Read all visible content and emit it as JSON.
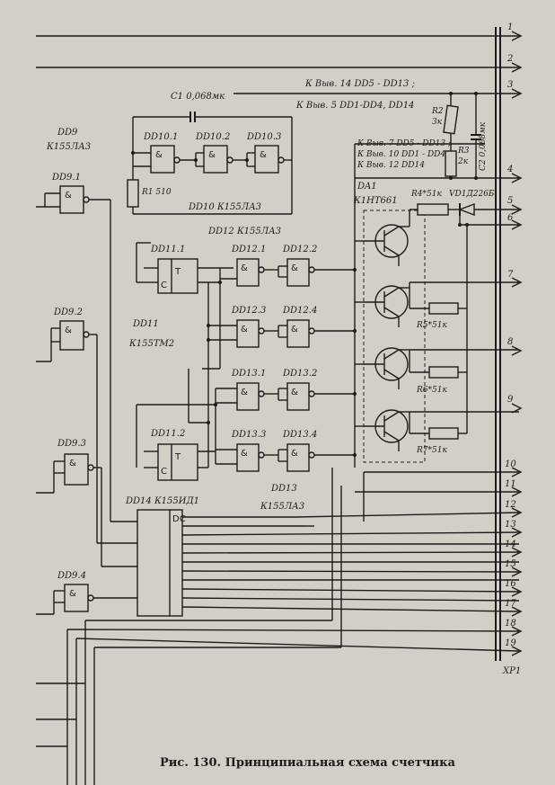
{
  "caption": "Рис. 130. Принципиальная схема счетчика",
  "connector": {
    "name": "XP1",
    "pins": [
      "1",
      "2",
      "3",
      "4",
      "5",
      "6",
      "7",
      "8",
      "9",
      "10",
      "11",
      "12",
      "13",
      "14",
      "15",
      "16",
      "17",
      "18",
      "19"
    ]
  },
  "notes": {
    "pin14": "К Выв. 14 DD5 - DD13 ;",
    "pin5": "К Выв. 5 DD1-DD4, DD14",
    "pin7": "К Выв. 7 DD5 - DD13 ;",
    "pin10": "К Выв. 10 DD1 - DD4",
    "pin12": "К Выв. 12 DD14"
  },
  "components": {
    "c1": "C1 0,068мк",
    "c2": "C2 0,068мк",
    "r1": "R1 510",
    "r2": "R2",
    "r2v": "3к",
    "r3": "R3",
    "r3v": "2к",
    "r4": "R4*51к",
    "vd1": "VD1Д226Б",
    "r5": "R5*51к",
    "r6": "R6*51к",
    "r7": "R7*51к",
    "da1": "DA1",
    "da1type": "К1НТ661"
  },
  "chips": {
    "dd9": "DD9",
    "dd9type": "К155ЛА3",
    "dd91": "DD9.1",
    "dd92": "DD9.2",
    "dd93": "DD9.3",
    "dd94": "DD9.4",
    "dd101": "DD10.1",
    "dd102": "DD10.2",
    "dd103": "DD10.3",
    "dd10": "DD10 К155ЛА3",
    "dd12": "DD12 К155ЛА3",
    "dd111": "DD11.1",
    "dd112": "DD11.2",
    "dd11": "DD11",
    "dd11type": "К155ТМ2",
    "dd121": "DD12.1",
    "dd122": "DD12.2",
    "dd123": "DD12.3",
    "dd124": "DD12.4",
    "dd131": "DD13.1",
    "dd132": "DD13.2",
    "dd133": "DD13.3",
    "dd134": "DD13.4",
    "dd13": "DD13",
    "dd13type": "К155ЛА3",
    "dd14": "DD14 К155ИД1",
    "dc": "DC",
    "amp": "&",
    "trig": "T",
    "c": "C"
  }
}
